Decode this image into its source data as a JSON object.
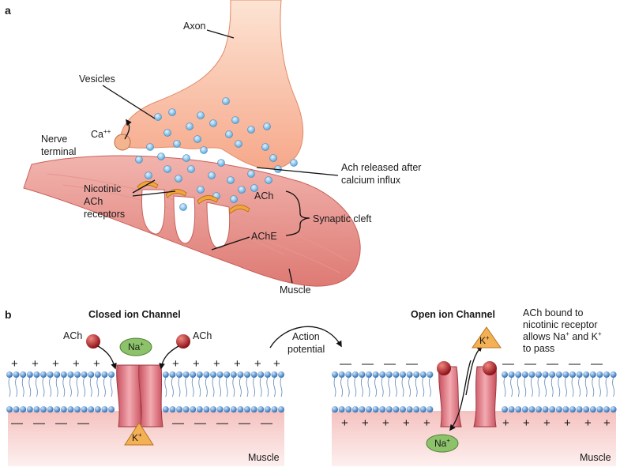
{
  "panel_a": {
    "letter": "a",
    "labels": {
      "axon": "Axon",
      "vesicles": "Vesicles",
      "calcium": "Ca",
      "calcium_charge": "++",
      "nerve_terminal": [
        "Nerve",
        "terminal"
      ],
      "ach_released": [
        "Ach released after",
        "calcium influx"
      ],
      "nicotinic": [
        "Nicotinic",
        "ACh",
        "receptors"
      ],
      "ach": "ACh",
      "synaptic_cleft": "Synaptic cleft",
      "ache": "AChE",
      "muscle": "Muscle"
    }
  },
  "panel_b": {
    "letter": "b",
    "closed_title": "Closed ion Channel",
    "open_title": "Open ion Channel",
    "ach_left": "ACh",
    "ach_right": "ACh",
    "action_potential": [
      "Action",
      "potential"
    ],
    "description": [
      "ACh bound to",
      "nicotinic receptor",
      "allows Na",
      " and K",
      "to pass"
    ],
    "na": "Na",
    "k": "K",
    "plus": "+",
    "muscle_left": "Muscle",
    "muscle_right": "Muscle"
  },
  "colors": {
    "axon_fill": "#f8c4a4",
    "muscle_fill": "#ec9a94",
    "vesicle": "#8fc6e8",
    "receptor": "#f3a63b",
    "lipid_head": "#4a8fd0",
    "channel": "#e58a94",
    "ach_ball": "#b0242a",
    "na_fill": "#8cc36a",
    "k_fill": "#f4b055"
  },
  "icons": [
    "vesicle-icon",
    "calcium-ion-icon",
    "ach-molecule-icon",
    "sodium-ion-icon",
    "potassium-ion-icon",
    "ion-channel-icon",
    "curved-arrow-icon"
  ]
}
